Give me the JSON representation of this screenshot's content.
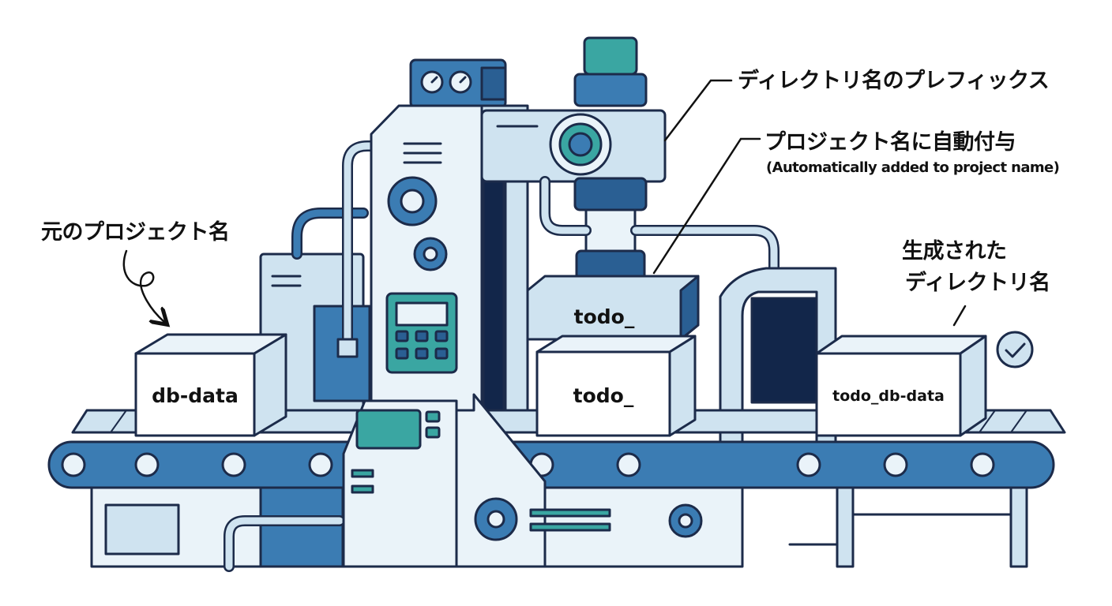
{
  "labels": {
    "prefix": "ディレクトリ名のプレフィックス",
    "auto_added": "プロジェクト名に自動付与",
    "auto_added_en": "(Automatically added to project name)",
    "original_name": "元のプロジェクト名",
    "generated_line1": "生成された",
    "generated_line2": "ディレクトリ名"
  },
  "boxes": {
    "input": "db-data",
    "stamp": "todo_",
    "middle": "todo_",
    "output": "todo_db-data"
  },
  "colors": {
    "outline": "#1c2b4a",
    "light_blue": "#cfe3f0",
    "mid_blue": "#3b7cb3",
    "dark_blue": "#2a5f93",
    "teal": "#3aa6a2",
    "pale": "#eaf3f9",
    "navy": "#12264a"
  }
}
